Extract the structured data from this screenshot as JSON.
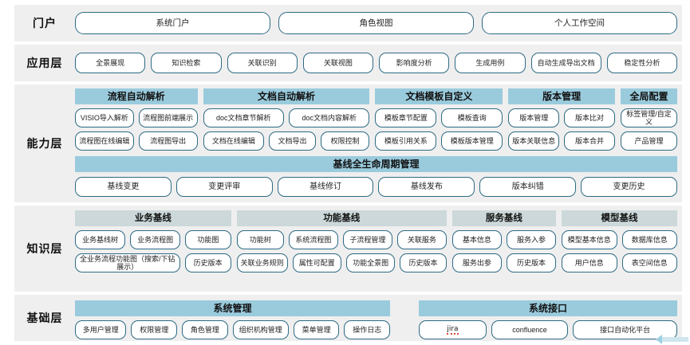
{
  "layers": {
    "portal": {
      "label": "门户",
      "items": [
        "系统门户",
        "角色视图",
        "个人工作空间"
      ]
    },
    "application": {
      "label": "应用层",
      "items": [
        "全景展现",
        "知识检索",
        "关联识别",
        "关联视图",
        "影响度分析",
        "生成用例",
        "自动生成导出文档",
        "稳定性分析"
      ]
    },
    "capability": {
      "label": "能力层",
      "groups": [
        {
          "title": "流程自动解析",
          "flex": 147,
          "rows": [
            [
              {
                "text": "VISIO导入解析",
                "flex": 1
              },
              {
                "text": "流程图前端展示",
                "flex": 1
              }
            ],
            [
              {
                "text": "流程图在线编辑",
                "flex": 1
              },
              {
                "text": "流程图导出",
                "flex": 1
              }
            ]
          ]
        },
        {
          "title": "文档自动解析",
          "flex": 200,
          "rows": [
            [
              {
                "text": "doc文档章节解析",
                "flex": 1
              },
              {
                "text": "doc文档内容解析",
                "flex": 1
              }
            ],
            [
              {
                "text": "文档在线编辑",
                "flex": 1.15
              },
              {
                "text": "文档导出",
                "flex": 0.85
              },
              {
                "text": "权限控制",
                "flex": 0.9
              }
            ]
          ]
        },
        {
          "title": "文档模板自定义",
          "flex": 153,
          "rows": [
            [
              {
                "text": "模板章节配置",
                "flex": 1
              },
              {
                "text": "模板查询",
                "flex": 1
              }
            ],
            [
              {
                "text": "模板引用关系",
                "flex": 1
              },
              {
                "text": "模板版本管理",
                "flex": 1
              }
            ]
          ]
        },
        {
          "title": "版本管理",
          "flex": 128,
          "rows": [
            [
              {
                "text": "版本管理",
                "flex": 1
              },
              {
                "text": "版本比对",
                "flex": 1
              }
            ],
            [
              {
                "text": "版本关联信息",
                "flex": 1
              },
              {
                "text": "版本合并",
                "flex": 1
              }
            ]
          ]
        },
        {
          "title": "全局配置",
          "flex": 68,
          "rows": [
            [
              {
                "text": "标签管理/自定义",
                "flex": 1
              }
            ],
            [
              {
                "text": "产品管理",
                "flex": 1
              }
            ]
          ]
        }
      ],
      "lifecycle": {
        "title": "基线全生命周期管理",
        "items": [
          "基线变更",
          "变更评审",
          "基线修订",
          "基线发布",
          "版本纠错",
          "变更历史"
        ]
      }
    },
    "knowledge": {
      "label": "知识层",
      "groups": [
        {
          "title": "业务基线",
          "flex": 197,
          "rows": [
            [
              {
                "text": "业务基线树",
                "flex": 1
              },
              {
                "text": "业务流程图",
                "flex": 1
              },
              {
                "text": "功能图",
                "flex": 0.9
              }
            ],
            [
              {
                "text": "全业务流程功能图（搜索/下钻展示）",
                "flex": 2.1
              },
              {
                "text": "历史版本",
                "flex": 0.85
              }
            ]
          ]
        },
        {
          "title": "功能基线",
          "flex": 265,
          "rows": [
            [
              {
                "text": "功能树",
                "flex": 0.95
              },
              {
                "text": "系统流程图",
                "flex": 1
              },
              {
                "text": "子流程管理",
                "flex": 1
              },
              {
                "text": "关联服务",
                "flex": 1
              }
            ],
            [
              {
                "text": "关联业务规则",
                "flex": 1.05
              },
              {
                "text": "属性可配置",
                "flex": 1
              },
              {
                "text": "功能全景图",
                "flex": 1
              },
              {
                "text": "历史版本",
                "flex": 0.95
              }
            ]
          ]
        },
        {
          "title": "服务基线",
          "flex": 131,
          "rows": [
            [
              {
                "text": "基本信息",
                "flex": 1
              },
              {
                "text": "服务入参",
                "flex": 1
              }
            ],
            [
              {
                "text": "服务出参",
                "flex": 1
              },
              {
                "text": "历史版本",
                "flex": 1
              }
            ]
          ]
        },
        {
          "title": "模型基线",
          "flex": 146,
          "rows": [
            [
              {
                "text": "模型基本信息",
                "flex": 1
              },
              {
                "text": "数据库信息",
                "flex": 1
              }
            ],
            [
              {
                "text": "用户信息",
                "flex": 1
              },
              {
                "text": "表空间信息",
                "flex": 1
              }
            ]
          ]
        }
      ]
    },
    "foundation": {
      "label": "基础层",
      "groups": [
        {
          "title": "系统管理",
          "flex": 1,
          "rows": [
            [
              {
                "text": "多用户管理",
                "flex": 1
              },
              {
                "text": "权限管理",
                "flex": 0.88
              },
              {
                "text": "角色管理",
                "flex": 0.88
              },
              {
                "text": "组织机构管理",
                "flex": 1.1
              },
              {
                "text": "菜单管理",
                "flex": 0.88
              },
              {
                "text": "操作日志",
                "flex": 0.88
              }
            ]
          ]
        },
        {
          "title": "系统接口",
          "flex": 0.82,
          "rows": [
            [
              {
                "text": "jira",
                "flex": 1,
                "spellerror": true
              },
              {
                "text": "confluence",
                "flex": 1.15
              },
              {
                "text": "接口自动化平台",
                "flex": 1.6
              }
            ]
          ]
        }
      ]
    }
  },
  "colors": {
    "band_bg": "#efefef",
    "pill_border": "#2e6a84",
    "group_header_blue": "#9acbdd",
    "group_header_gray": "#ccd8d9",
    "spell_error": "#e04a3a"
  }
}
